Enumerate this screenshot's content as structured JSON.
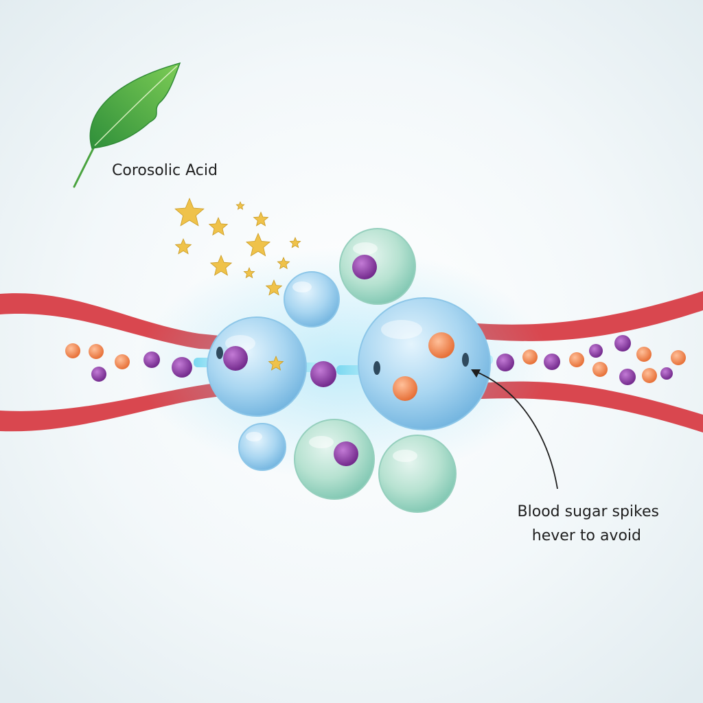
{
  "labels": {
    "compound": "Corosolic Acid",
    "callout_line1": "Blood sugar spikes",
    "callout_line2": "hever to avoid"
  },
  "colors": {
    "background": "#eef4f7",
    "vessel": "#dc4d55",
    "leaf": "#4fb04a",
    "star": "#efc24a",
    "glucose_purple": "#8e3aa6",
    "particle_orange": "#f0844a",
    "cell_blue": "#9fd0ee",
    "cell_green": "#a9dccb",
    "channel_glow": "#6fd3ee"
  },
  "icons": {
    "leaf": "leaf-icon",
    "stars": "sparkle-star-icon"
  }
}
